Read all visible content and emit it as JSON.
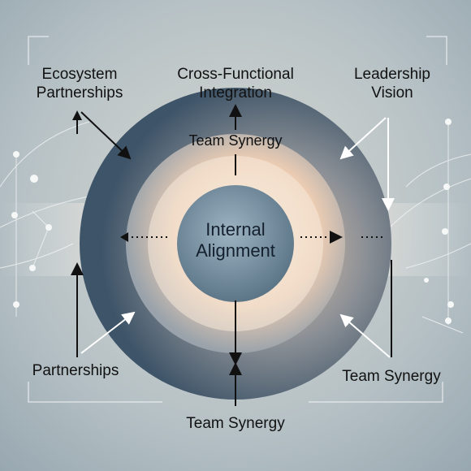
{
  "diagram": {
    "center": {
      "line1": "Internal",
      "line2": "Alignment"
    },
    "ring_labels": {
      "top": "Team Synergy"
    },
    "labels": {
      "top_left": {
        "line1": "Ecosystem",
        "line2": "Partnerships"
      },
      "top_center": {
        "line1": "Cross-Functional",
        "line2": "Integration"
      },
      "top_right": {
        "line1": "Leadership",
        "line2": "Vision"
      },
      "bottom_left": "Partnerships",
      "bottom_right": "Team Synergy",
      "bottom_center": "Team Synergy"
    },
    "colors": {
      "outer_ring": "#4a5f73",
      "middle_ring": "#e8d2bf",
      "inner_glow": "#f7efe4",
      "core": "#6f8aa0",
      "background": "#b9c5c9",
      "arrow_dark": "#111111",
      "arrow_light": "#ffffff"
    }
  }
}
